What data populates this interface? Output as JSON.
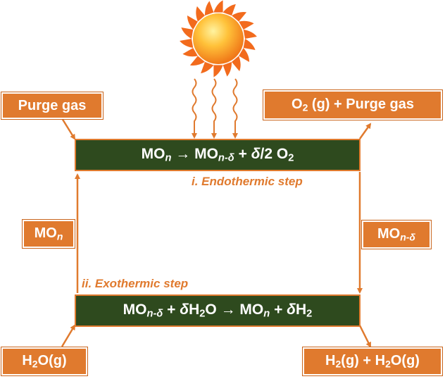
{
  "inputs": {
    "purge_gas": "Purge gas",
    "water_gas": "H2O(g)"
  },
  "outputs": {
    "oxygen_purge": "O2 (g) + Purge gas",
    "hydrogen_water": "H2(g) + H2O(g)"
  },
  "reactions": {
    "reduction": "MOn → MOn-δ + δ/2 O2",
    "oxidation": "MOn-δ + δH2O → MOn + δH2"
  },
  "steps": {
    "endothermic": "i. Endothermic step",
    "exothermic": "ii. Exothermic step"
  },
  "materials": {
    "oxidized": "MOn",
    "reduced": "MOn-δ"
  },
  "colors": {
    "orange": "#e07a2e",
    "dark_green": "#2e4a1e",
    "sun_core": "#ff9a1f",
    "sun_rays": "#f26b1d"
  },
  "icons": {
    "sun": "sun-icon"
  }
}
